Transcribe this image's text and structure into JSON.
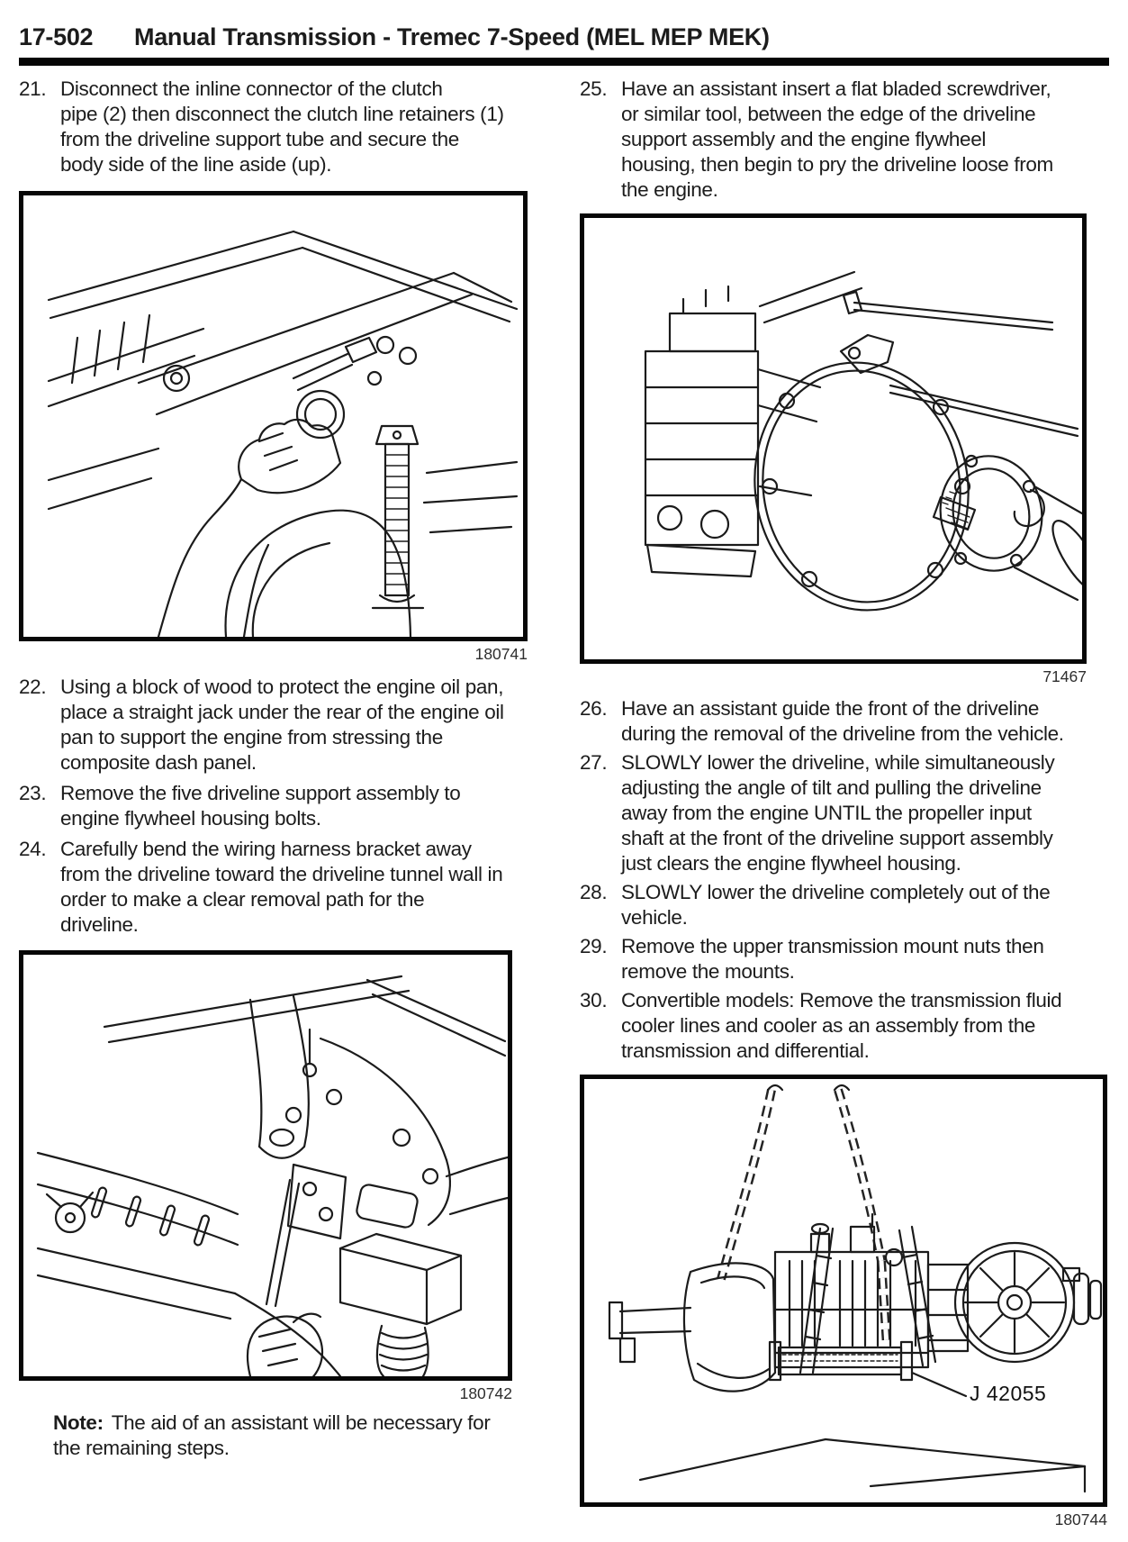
{
  "header": {
    "page_number": "17-502",
    "title": "Manual Transmission - Tremec 7-Speed (MEL MEP MEK)"
  },
  "steps": {
    "21": {
      "num": "21.",
      "text": "Disconnect the inline connector of the clutch\npipe (2) then disconnect the clutch line retainers (1)\nfrom the driveline support tube and secure the\nbody side of the line aside (up)."
    },
    "22": {
      "num": "22.",
      "text": "Using a block of wood to protect the engine oil pan,\nplace a straight jack under the rear of the engine oil\npan to support the engine from stressing the\ncomposite dash panel."
    },
    "23": {
      "num": "23.",
      "text": "Remove the five driveline support assembly to\nengine flywheel housing bolts."
    },
    "24": {
      "num": "24.",
      "text": "Carefully bend the wiring harness bracket away\nfrom the driveline toward the driveline tunnel wall in\norder to make a clear removal path for the\ndriveline."
    },
    "25": {
      "num": "25.",
      "text": "Have an assistant insert a flat bladed screwdriver,\nor similar tool, between the edge of the driveline\nsupport assembly and the engine flywheel\nhousing, then begin to pry the driveline loose from\nthe engine."
    },
    "26": {
      "num": "26.",
      "text": "Have an assistant guide the front of the driveline\nduring the removal of the driveline from the vehicle."
    },
    "27": {
      "num": "27.",
      "text": "SLOWLY lower the driveline, while simultaneously\nadjusting the angle of tilt and pulling the driveline\naway from the engine UNTIL the propeller input\nshaft at the front of the driveline support assembly\njust clears the engine flywheel housing."
    },
    "28": {
      "num": "28.",
      "text": "SLOWLY lower the driveline completely out of the\nvehicle."
    },
    "29": {
      "num": "29.",
      "text": "Remove the upper transmission mount nuts then\nremove the mounts."
    },
    "30": {
      "num": "30.",
      "text": "Convertible models: Remove the transmission fluid\ncooler lines and cooler as an assembly from the\ntransmission and differential."
    }
  },
  "figures": {
    "180741": {
      "caption": "180741"
    },
    "71467": {
      "caption": "71467"
    },
    "180742": {
      "caption": "180742"
    },
    "180744": {
      "caption": "180744",
      "tool_label": "J 42055"
    }
  },
  "note": {
    "label": "Note:",
    "text": "The aid of an assistant will be necessary for\nthe remaining steps."
  }
}
